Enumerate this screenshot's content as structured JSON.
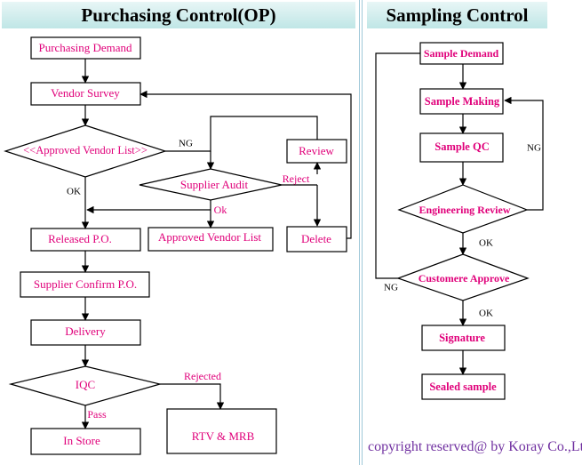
{
  "titles": {
    "purchasing": "Purchasing Control(OP)",
    "sampling": "Sampling Control"
  },
  "purchasing": {
    "purchasing_demand": "Purchasing Demand",
    "vendor_survey": "Vendor Survey",
    "approved_vendor_list": "<<Approved Vendor List>>",
    "review": "Review",
    "supplier_audit": "Supplier Audit",
    "approved_vendor_list_box": "Approved Vendor List",
    "delete": "Delete",
    "released_po": "Released P.O.",
    "supplier_confirm_po": "Supplier Confirm P.O.",
    "delivery": "Delivery",
    "iqc": "IQC",
    "in_store": "In Store",
    "rtv_mrb": "RTV & MRB",
    "labels": {
      "ng": "NG",
      "ok": "OK",
      "reject": "Reject",
      "audit_ok": "Ok",
      "rejected": "Rejected",
      "pass": "Pass"
    }
  },
  "sampling": {
    "sample_demand": "Sample Demand",
    "sample_making": "Sample Making",
    "sample_qc": "Sample QC",
    "engineering_review": "Engineering Review",
    "customere_approve": "Customere Approve",
    "signature": "Signature",
    "sealed_sample": "Sealed sample",
    "labels": {
      "ng_right": "NG",
      "ok1": "OK",
      "ng_left": "NG",
      "ok2": "OK"
    }
  },
  "copyright": "copyright reserved@ by Koray Co.,Ltd",
  "colors": {
    "text": "#e0007a",
    "box_border": "#000000",
    "title_bg": "#c8ecec",
    "divider": "#9fc8d8",
    "copyright": "#7030a0"
  }
}
